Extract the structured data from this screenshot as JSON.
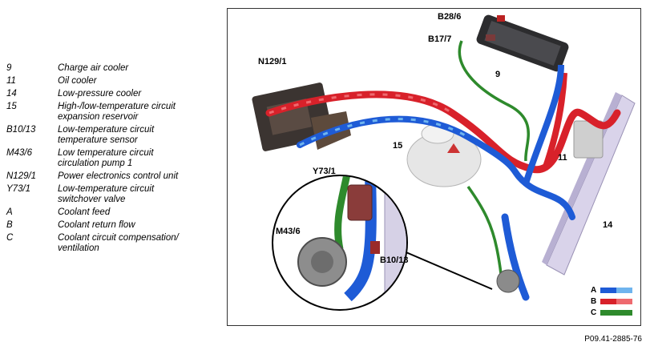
{
  "legend": [
    {
      "code": "9",
      "desc": "Charge air cooler"
    },
    {
      "code": "11",
      "desc": "Oil cooler"
    },
    {
      "code": "14",
      "desc": "Low-pressure cooler"
    },
    {
      "code": "15",
      "desc": "High-/low-temperature circuit\nexpansion reservoir"
    },
    {
      "code": "B10/13",
      "desc": "Low-temperature circuit\ntemperature sensor"
    },
    {
      "code": "M43/6",
      "desc": "Low temperature circuit\ncirculation pump 1"
    },
    {
      "code": "N129/1",
      "desc": "Power electronics control unit"
    },
    {
      "code": "Y73/1",
      "desc": "Low-temperature circuit\nswitchover valve"
    },
    {
      "code": "A",
      "desc": "Coolant feed"
    },
    {
      "code": "B",
      "desc": "Coolant return flow"
    },
    {
      "code": "C",
      "desc": "Coolant circuit compensation/\nventilation"
    }
  ],
  "labels": {
    "b28_6": "B28/6",
    "b17_7": "B17/7",
    "n129_1": "N129/1",
    "nine": "9",
    "fifteen": "15",
    "eleven": "11",
    "fourteen": "14",
    "y73_1": "Y73/1",
    "m43_6": "M43/6",
    "b10_13": "B10/13"
  },
  "key": [
    {
      "letter": "A",
      "color_dark": "#1e5bd6",
      "color_light": "#6fb4ee"
    },
    {
      "letter": "B",
      "color_dark": "#d8212a",
      "color_light": "#ee6a6f"
    },
    {
      "letter": "C",
      "color_dark": "#2e8a2c",
      "color_light": "#2e8a2c"
    }
  ],
  "reference": "P09.41-2885-76"
}
